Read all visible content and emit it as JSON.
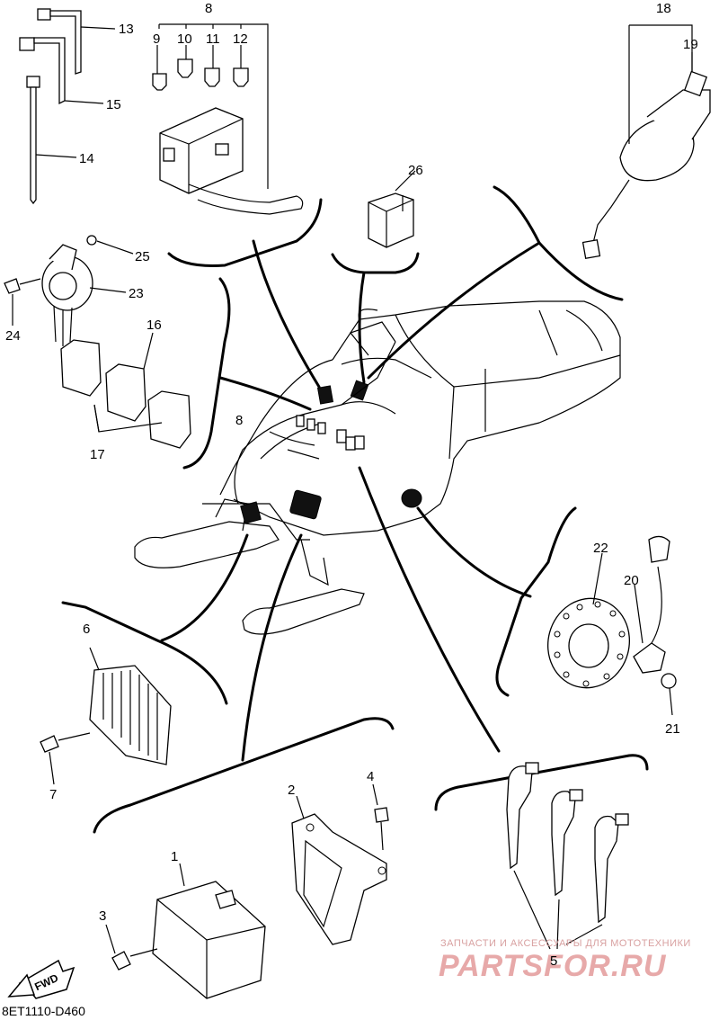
{
  "diagram": {
    "code": "8ET1110-D460",
    "fwd_label": "FWD",
    "watermark": {
      "subtitle": "ЗАПЧАСТИ И АКСЕССУАРЫ ДЛЯ МОТОТЕХНИКИ",
      "site": "PARTSFOR.RU"
    },
    "part_numbers": {
      "p1": "1",
      "p2": "2",
      "p3": "3",
      "p4": "4",
      "p5": "5",
      "p6": "6",
      "p7": "7",
      "p8": "8",
      "p8b": "8",
      "p9": "9",
      "p10": "10",
      "p11": "11",
      "p12": "12",
      "p13": "13",
      "p14": "14",
      "p15": "15",
      "p16": "16",
      "p17": "17",
      "p18": "18",
      "p19": "19",
      "p20": "20",
      "p21": "21",
      "p22": "22",
      "p23": "23",
      "p24": "24",
      "p25": "25",
      "p26": "26"
    }
  }
}
